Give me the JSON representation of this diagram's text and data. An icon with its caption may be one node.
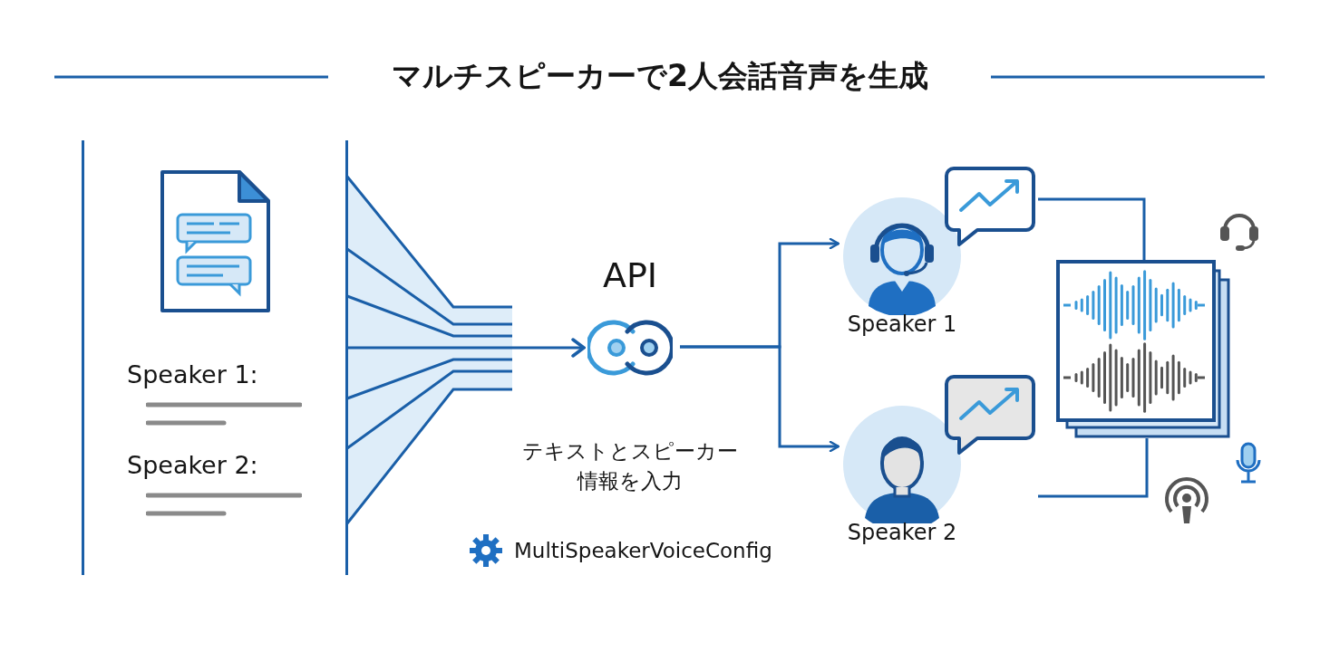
{
  "diagram": {
    "title": "マルチスピーカーで2人会話音声を生成",
    "nodes": [
      {
        "text": [
          "Speaker 1:",
          "Speaker 2:"
        ]
      },
      {
        "text": [
          "API"
        ],
        "beside": [
          "テキストとスピーカー情報を入力"
        ]
      },
      {
        "text": [
          "Speaker 1"
        ]
      },
      {
        "text": [
          "Speaker 2"
        ]
      },
      {
        "text": [],
        "shape": "picture"
      }
    ],
    "edges": [
      {
        "from": 0,
        "to": 1,
        "arrow": "to"
      },
      {
        "from": 1,
        "to": 2,
        "arrow": "to"
      },
      {
        "from": 1,
        "to": 3,
        "arrow": "to"
      },
      {
        "from": 2,
        "to": 4,
        "arrow": "none"
      },
      {
        "from": 3,
        "to": 4,
        "arrow": "none"
      }
    ],
    "labels": [
      "MultiSpeakerVoiceConfig"
    ]
  }
}
